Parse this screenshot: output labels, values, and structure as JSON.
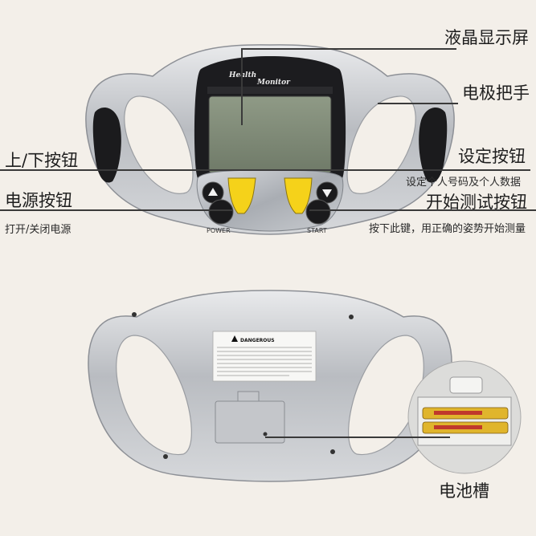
{
  "callouts": {
    "lcd_display": "液晶显示屏",
    "electrode_handle": "电极把手",
    "up_down_button": "上/下按钮",
    "set_button": "设定按钮",
    "set_button_desc": "设定个人号码及个人数据",
    "power_button": "电源按钮",
    "power_button_desc": "打开/关闭电源",
    "start_button": "开始测试按钮",
    "start_button_desc": "按下此键，用正确的姿势开始测量",
    "battery_slot": "电池槽"
  },
  "device_front": {
    "brand_line1": "Health",
    "brand_line2": "Monitor",
    "power_key": "POWER",
    "start_key": "START"
  },
  "device_back": {
    "warning_title": "DANGEROUS"
  }
}
